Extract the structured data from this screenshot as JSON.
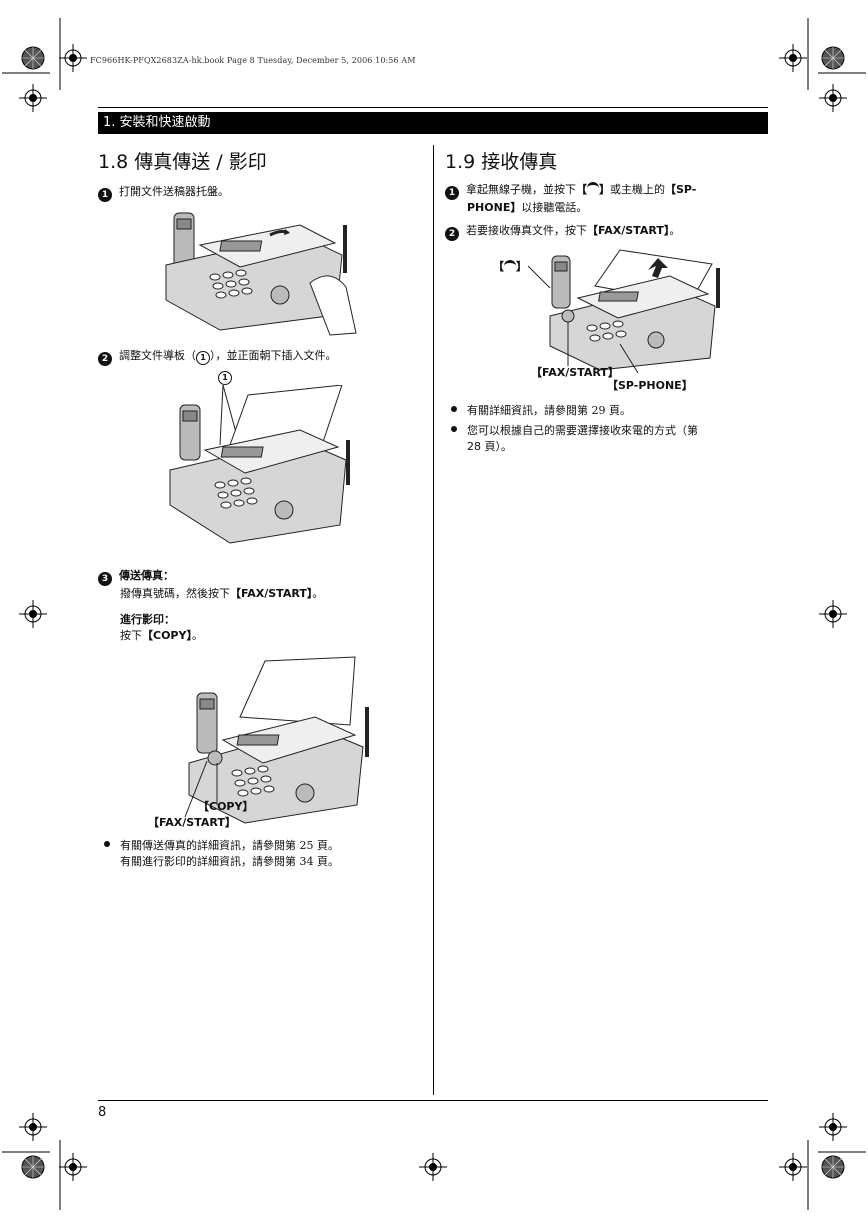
{
  "print_header": "FC966HK-PFQX2683ZA-hk.book  Page 8  Tuesday, December 5, 2006  10:56 AM",
  "section_bar": "1. 安裝和快速啟動",
  "left": {
    "title": "1.8 傳真傳送 / 影印",
    "step1": {
      "num": "1",
      "text": "打開文件送稿器托盤。"
    },
    "step2": {
      "num": "2",
      "text_before": "調整文件導板（",
      "circle": "1",
      "text_after": "），並正面朝下插入文件。",
      "callout": "1"
    },
    "step3": {
      "num": "3",
      "fax_heading": "傳送傳真：",
      "fax_text": "撥傳真號碼，然後按下",
      "fax_key": "【FAX/START】",
      "fax_end": "。",
      "copy_heading": "進行影印：",
      "copy_text": "按下",
      "copy_key": "【COPY】",
      "copy_end": "。"
    },
    "callouts": {
      "copy": "【COPY】",
      "fax_start": "【FAX/START】"
    },
    "bullet": {
      "line1": "有關傳送傳真的詳細資訊，請參閱第 25 頁。",
      "line2": "有關進行影印的詳細資訊，請參閱第 34 頁。"
    }
  },
  "right": {
    "title": "1.9 接收傳真",
    "step1": {
      "num": "1",
      "text_before": "拿起無線子機，並按下",
      "key_talk": "【",
      "key_talk_end": "】",
      "text_mid": "或主機上的",
      "key_sp": "【SP-",
      "key_sp2": "PHONE】",
      "text_end": "以接聽電話。"
    },
    "step2": {
      "num": "2",
      "text": "若要接收傳真文件，按下",
      "key": "【FAX/START】",
      "end": "。"
    },
    "callouts": {
      "talk_left": "【",
      "talk_right": "】",
      "fax_start": "【FAX/START】",
      "sp_phone": "【SP-PHONE】"
    },
    "bullets": [
      "有關詳細資訊，請參閱第 29 頁。",
      "您可以根據自己的需要選擇接收來電的方式（第",
      "28 頁）。"
    ]
  },
  "page_number": "8",
  "icons": [
    "phone-talk-icon",
    "registration-mark-icon",
    "color-bar-icon"
  ]
}
